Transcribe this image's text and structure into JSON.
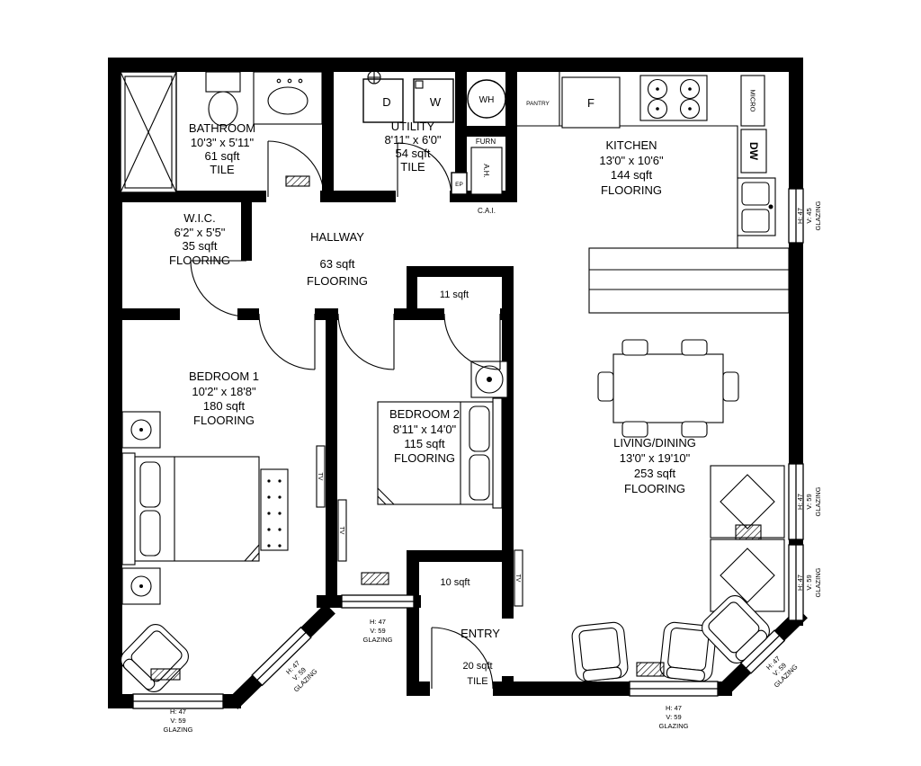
{
  "rooms": {
    "bathroom": {
      "name": "BATHROOM",
      "dims": "10'3\" x 5'11\"",
      "area": "61 sqft",
      "floor": "TILE"
    },
    "utility": {
      "name": "UTILITY",
      "dims": "8'11\" x 6'0\"",
      "area": "54 sqft",
      "floor": "TILE"
    },
    "kitchen": {
      "name": "KITCHEN",
      "dims": "13'0\" x 10'6\"",
      "area": "144 sqft",
      "floor": "FLOORING"
    },
    "wic": {
      "name": "W.I.C.",
      "dims": "6'2\" x 5'5\"",
      "area": "35 sqft",
      "floor": "FLOORING"
    },
    "hallway": {
      "name": "HALLWAY",
      "area": "63 sqft",
      "floor": "FLOORING"
    },
    "bedroom1": {
      "name": "BEDROOM 1",
      "dims": "10'2\" x 18'8\"",
      "area": "180 sqft",
      "floor": "FLOORING"
    },
    "bedroom2": {
      "name": "BEDROOM 2",
      "dims": "8'11\" x 14'0\"",
      "area": "115 sqft",
      "floor": "FLOORING"
    },
    "living": {
      "name": "LIVING/DINING",
      "dims": "13'0\" x 19'10\"",
      "area": "253 sqft",
      "floor": "FLOORING"
    },
    "entry": {
      "name": "ENTRY",
      "area": "20 sqft",
      "floor": "TILE"
    },
    "closet_bd2": {
      "area": "11 sqft"
    },
    "closet_entry": {
      "area": "10 sqft"
    }
  },
  "fixtures": {
    "dryer": "D",
    "washer": "W",
    "water_heater": "WH",
    "furnace": "FURN",
    "air_handler": "A.H.",
    "electrical_panel": "EP",
    "combustion_air": "C.A.I.",
    "pantry": "PANTRY",
    "fridge": "F",
    "microwave": "MICRO",
    "dishwasher": "DW",
    "tv": "TV"
  },
  "glazing": {
    "w4745": {
      "h": "H: 47",
      "v": "V: 45",
      "label": "GLAZING"
    },
    "w4759": {
      "h": "H: 47",
      "v": "V: 59",
      "label": "GLAZING"
    }
  },
  "colors": {
    "wall": "#000000",
    "background": "#ffffff"
  }
}
